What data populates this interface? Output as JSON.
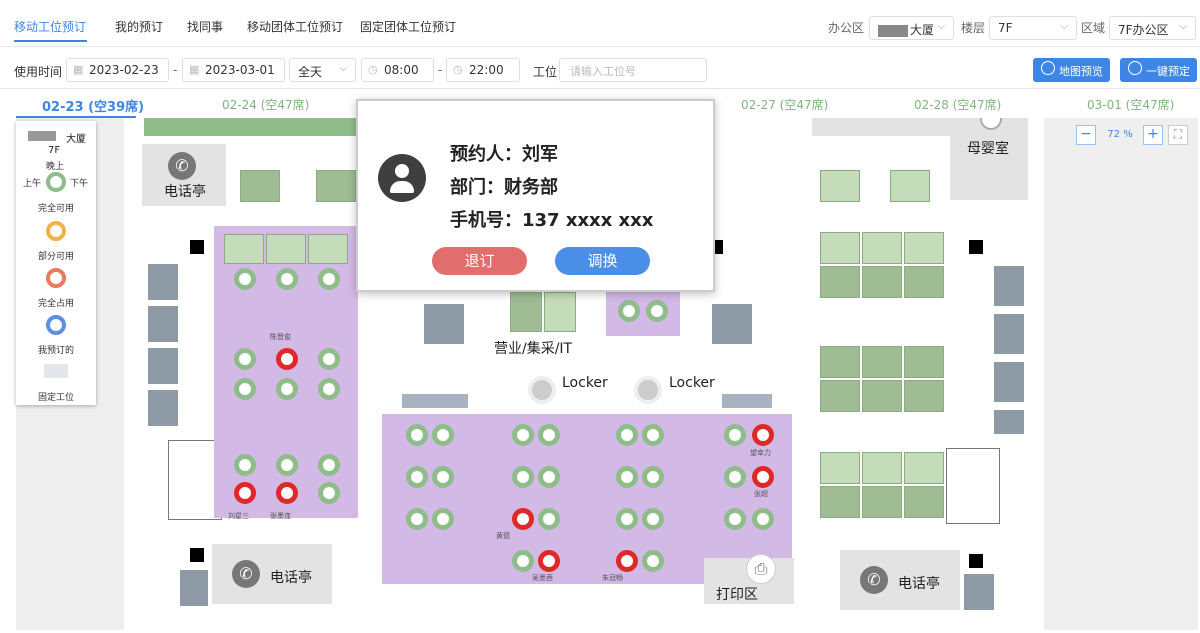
{
  "top_tabs": [
    "移动工位预订",
    "我的预订",
    "找同事",
    "移动团体工位预订",
    "固定团体工位预订"
  ],
  "filters": {
    "office_label": "办公区",
    "office_value": "大厦",
    "floor_label": "楼层",
    "floor_value": "7F",
    "area_label": "区域",
    "area_value": "7F办公区"
  },
  "time": {
    "label": "使用时间",
    "start_date": "2023-02-23",
    "sep": "-",
    "end_date": "2023-03-01",
    "period": "全天",
    "start_time": "08:00",
    "end_time": "22:00",
    "seat_label": "工位",
    "seat_placeholder": "请输入工位号"
  },
  "buttons": {
    "map_preview": "地图预览",
    "one_click": "一键预定"
  },
  "date_tabs": [
    "02-23 (空39席)",
    "02-24 (空47席)",
    "02-27 (空47席)",
    "02-28 (空47席)",
    "03-01 (空47席)"
  ],
  "legend": {
    "building": "大厦",
    "floor": "7F",
    "evening": "晚上",
    "morning": "上午",
    "afternoon": "下午",
    "items": [
      "完全可用",
      "部分可用",
      "完全占用",
      "我预订的",
      "固定工位"
    ]
  },
  "zoom": {
    "minus": "−",
    "value": "72",
    "unit": "%",
    "plus": "+"
  },
  "rooms": {
    "phone": "电话亭",
    "mother": "母婴室",
    "sales": "营业/集采/IT",
    "locker": "Locker",
    "print": "打印区"
  },
  "seat_names": [
    "陈晋俊",
    "刘星三",
    "张墨连",
    "黄德",
    "吴墨茜",
    "朱冠畅",
    "望幸力",
    "张超"
  ],
  "popup": {
    "booker": "预约人：刘军",
    "dept": "部门：财务部",
    "phone": "手机号：137 xxxx xxx",
    "cancel": "退订",
    "swap": "调换"
  },
  "colors": {
    "accent": "#3d86e6",
    "available": "#8fbd8a",
    "partial": "#f2b24a",
    "occupied": "#e02828",
    "mine": "#5b8fe0",
    "cancel_btn": "#e26d6d",
    "swap_btn": "#4b8ee8",
    "zone_purple": "#d3b9e6"
  },
  "icons": [
    "calendar-icon",
    "clock-icon",
    "map-icon",
    "history-icon",
    "phone-icon",
    "user-icon",
    "locker-icon",
    "printer-icon",
    "fullscreen-icon"
  ]
}
